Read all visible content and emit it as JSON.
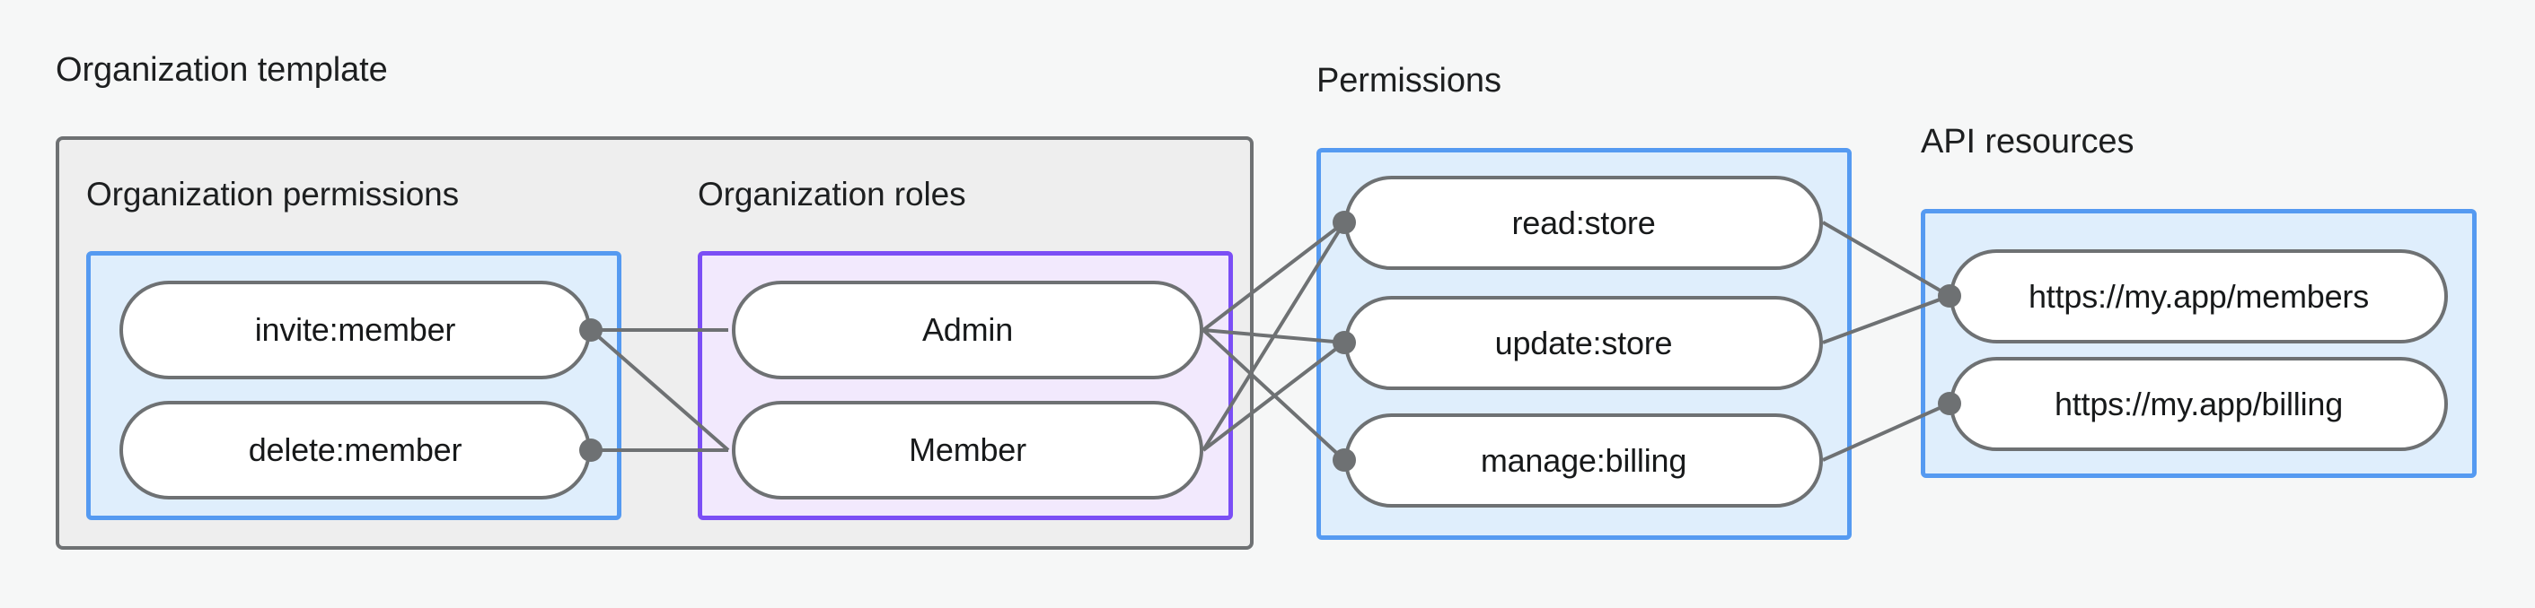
{
  "diagram": {
    "type": "permissions-relationship-diagram",
    "background_color": "#f6f7f7"
  },
  "groups": {
    "organization_template": {
      "title": "Organization template",
      "border_color": "#6e7173",
      "fill_color": "#eeeeee"
    },
    "permissions_group": {
      "title": "Permissions",
      "border_color": "#559af1",
      "fill_color": "#dfeefc"
    },
    "api_resources_group": {
      "title": "API resources",
      "border_color": "#559af1",
      "fill_color": "#dfeefc"
    }
  },
  "sections": {
    "organization_permissions": {
      "title": "Organization permissions",
      "border_color": "#559af1",
      "fill_color": "#dfeefc"
    },
    "organization_roles": {
      "title": "Organization roles",
      "border_color": "#7b4ef5",
      "fill_color": "#f2e9fd"
    }
  },
  "nodes": {
    "organization_permissions": [
      {
        "id": "invite-member",
        "label": "invite:member"
      },
      {
        "id": "delete-member",
        "label": "delete:member"
      }
    ],
    "organization_roles": [
      {
        "id": "admin",
        "label": "Admin"
      },
      {
        "id": "member",
        "label": "Member"
      }
    ],
    "permissions": [
      {
        "id": "read-store",
        "label": "read:store"
      },
      {
        "id": "update-store",
        "label": "update:store"
      },
      {
        "id": "manage-billing",
        "label": "manage:billing"
      }
    ],
    "api_resources": [
      {
        "id": "members-url",
        "label": "https://my.app/members"
      },
      {
        "id": "billing-url",
        "label": "https://my.app/billing"
      }
    ]
  },
  "edges": [
    {
      "from": "invite-member",
      "to": "admin"
    },
    {
      "from": "invite-member",
      "to": "member"
    },
    {
      "from": "delete-member",
      "to": "member"
    },
    {
      "from": "admin",
      "to": "read-store"
    },
    {
      "from": "admin",
      "to": "update-store"
    },
    {
      "from": "admin",
      "to": "manage-billing"
    },
    {
      "from": "member",
      "to": "read-store"
    },
    {
      "from": "member",
      "to": "update-store"
    },
    {
      "from": "read-store",
      "to": "members-url"
    },
    {
      "from": "update-store",
      "to": "members-url"
    },
    {
      "from": "manage-billing",
      "to": "billing-url"
    }
  ],
  "style": {
    "edge_color": "#6e7173",
    "edge_dot_color": "#6e7173",
    "node_border_color": "#6e7173",
    "node_fill_color": "#ffffff",
    "text_color": "#17191a"
  }
}
